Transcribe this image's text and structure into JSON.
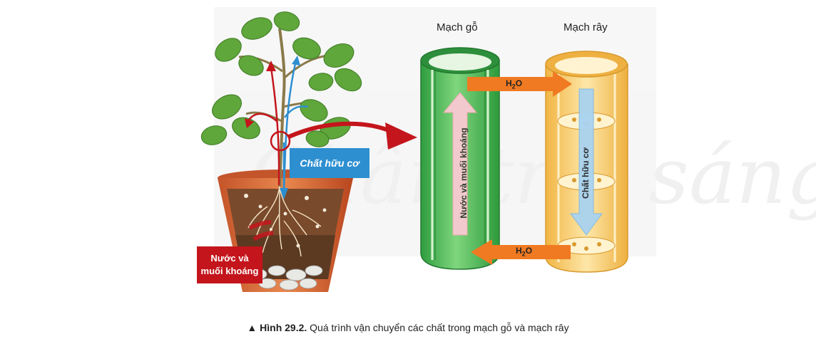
{
  "diagram": {
    "column_label_xylem": "Mạch gỗ",
    "column_label_phloem": "Mạch rây",
    "label_organic": "Chất hữu cơ",
    "label_water_line1": "Nước và",
    "label_water_line2": "muối khoáng",
    "xylem_vertical_text": "Nước và muối khoáng",
    "phloem_vertical_text": "Chất hữu cơ",
    "h2o_main": "H",
    "h2o_sub": "2",
    "h2o_tail": "O"
  },
  "caption": {
    "marker": "▲",
    "number": "Hình 29.2.",
    "text": "Quá trình vận chuyển các chất trong mạch gỗ và mạch rây"
  },
  "colors": {
    "xylem_green": "#3bb54a",
    "phloem_yellow": "#f6c96a",
    "red_arrow": "#c4151c",
    "blue_arrow": "#2d8fd0",
    "orange_arrow": "#f07a22"
  }
}
